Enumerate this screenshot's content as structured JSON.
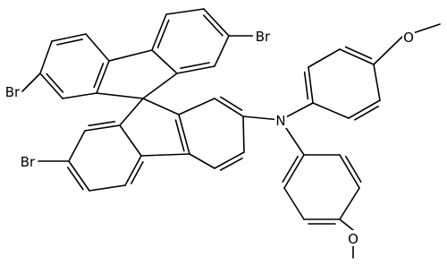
{
  "diagram": {
    "type": "chemical-structure",
    "atom_labels": {
      "br_top_right": "Br",
      "br_left": "Br",
      "br_lower_left": "Br",
      "nitrogen": "N",
      "methoxy_top": "O",
      "methoxy_bottom": "O"
    }
  },
  "colors": {
    "ink": "#000000",
    "background": "#ffffff"
  }
}
